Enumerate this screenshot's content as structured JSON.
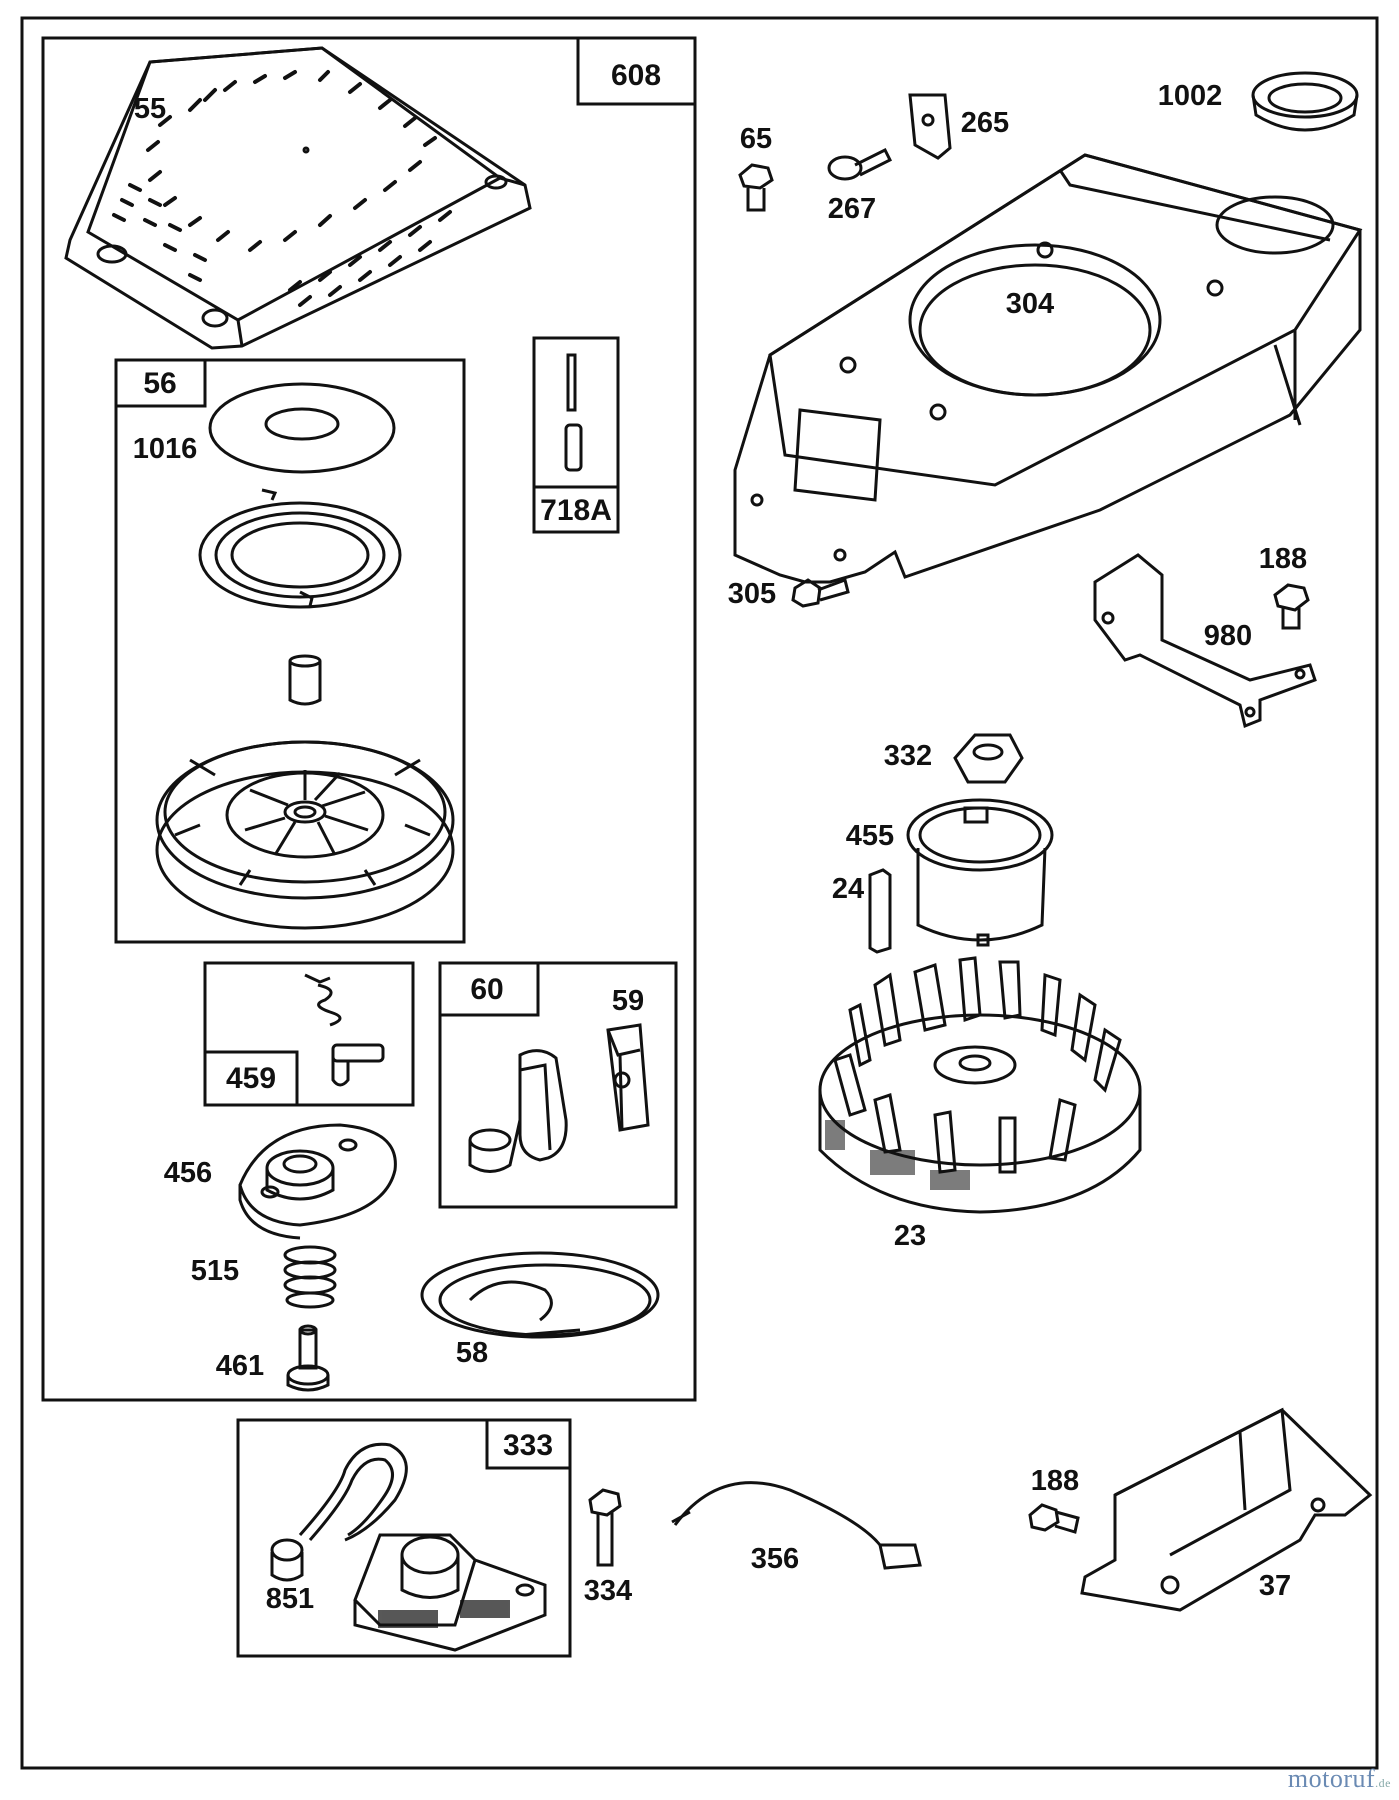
{
  "parts": {
    "p55": "55",
    "p608": "608",
    "p56": "56",
    "p1016": "1016",
    "p718A": "718A",
    "p459": "459",
    "p60": "60",
    "p59": "59",
    "p456": "456",
    "p515": "515",
    "p461": "461",
    "p58": "58",
    "p65": "65",
    "p265": "265",
    "p267": "267",
    "p1002": "1002",
    "p304": "304",
    "p305": "305",
    "p188a": "188",
    "p980": "980",
    "p332": "332",
    "p455": "455",
    "p24": "24",
    "p23": "23",
    "p333": "333",
    "p851": "851",
    "p334": "334",
    "p356": "356",
    "p188b": "188",
    "p37": "37"
  },
  "watermark": {
    "text": "motoruf",
    "suffix": ".de"
  },
  "colors": {
    "ink": "#111111",
    "paper": "#ffffff",
    "watermark": "#6a8ab3"
  }
}
